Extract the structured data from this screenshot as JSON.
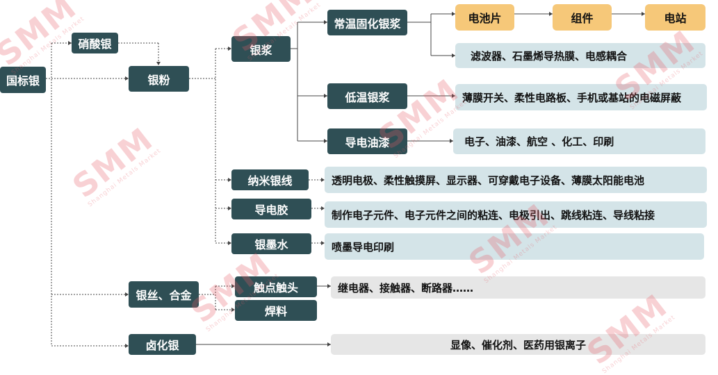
{
  "nodes": {
    "root": "国标银",
    "silver_nitrate": "硝酸银",
    "silver_powder": "银粉",
    "silver_paste": "银浆",
    "high_temp_paste": "常温固化银浆",
    "low_temp_paste": "低温银浆",
    "conductive_paint": "导电油漆",
    "nano_wire": "纳米银线",
    "conductive_glue": "导电胶",
    "silver_ink": "银墨水",
    "wire_alloy": "银丝、合金",
    "contacts": "触点触头",
    "solder": "焊料",
    "silver_halide": "卤化银"
  },
  "chain": {
    "cell": "电池片",
    "module": "组件",
    "station": "电站"
  },
  "applications": {
    "filters": "滤波器、石墨烯导热膜、电感耦合",
    "membrane": "薄膜开关、柔性电路板、手机或基站的电磁屏蔽",
    "paint": "电子、油漆、航空 、化工、印刷",
    "nano": "透明电极、柔性触摸屏、显示器、可穿戴电子设备、薄膜太阳能电池",
    "glue": "制作电子元件、电子元件之间的粘连、电极引出、跳线粘连、导线粘接",
    "ink": "喷墨导电印刷",
    "relay": "继电器、接触器、断路器……",
    "halide": "显像、催化剂、医药用银离子"
  },
  "watermark": {
    "logo": "SMM",
    "caption": "Shanghai Metals Market"
  },
  "colors": {
    "node": "#2f4f55",
    "app": "#d4e4e8",
    "app_gray": "#e6e6e6",
    "orange": "#f6c879",
    "watermark": "#e65a64"
  }
}
